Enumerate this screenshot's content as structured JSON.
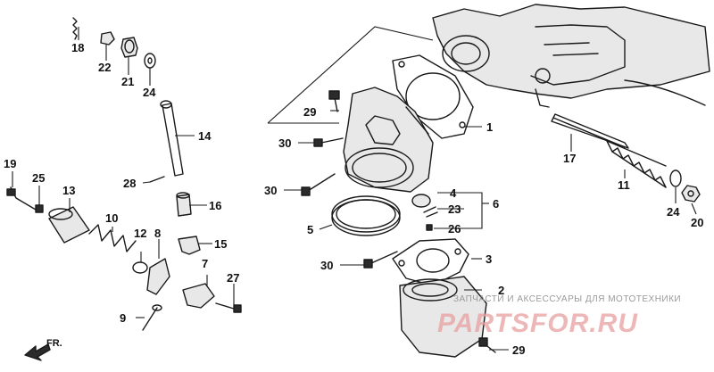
{
  "callouts": {
    "c1": "1",
    "c2": "2",
    "c3": "3",
    "c4": "4",
    "c5": "5",
    "c6": "6",
    "c7": "7",
    "c8": "8",
    "c9": "9",
    "c10": "10",
    "c11": "11",
    "c12": "12",
    "c13": "13",
    "c14": "14",
    "c15": "15",
    "c16": "16",
    "c17": "17",
    "c18": "18",
    "c19": "19",
    "c20": "20",
    "c21": "21",
    "c22": "22",
    "c23": "23",
    "c24a": "24",
    "c24b": "24",
    "c25": "25",
    "c26": "26",
    "c27": "27",
    "c28": "28",
    "c29a": "29",
    "c29b": "29",
    "c30a": "30",
    "c30b": "30",
    "c30c": "30"
  },
  "direction_label": "FR.",
  "watermark": {
    "tagline": "ЗАПЧАСТИ И АКСЕССУАРЫ ДЛЯ МОТОТЕХНИКИ",
    "brand": "PARTSFOR.RU"
  },
  "colors": {
    "line": "#1a1a1a",
    "watermark": "#e8a0a0"
  }
}
